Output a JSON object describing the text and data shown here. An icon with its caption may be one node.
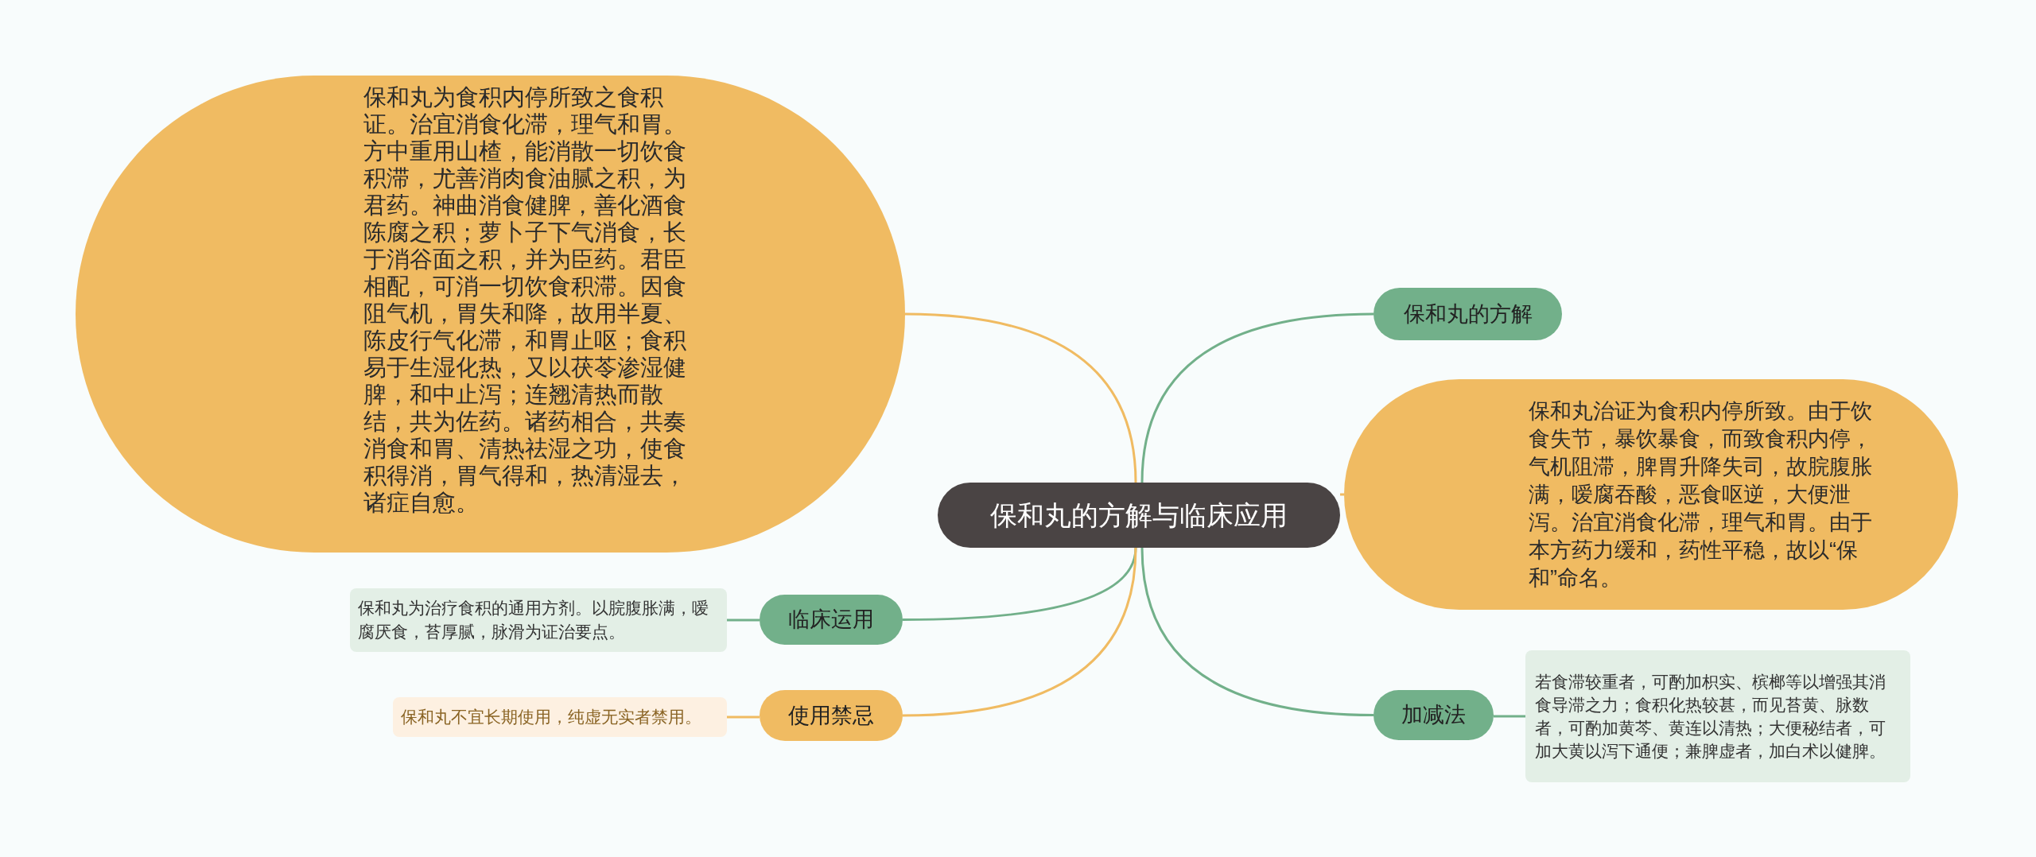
{
  "diagram": {
    "nodes": [
      {
        "text": [
          "保和丸的方解与临床应用"
        ]
      },
      {
        "text": [
          "保和丸为食积内停所致之食积证。治宜消食化滞，理气和胃。方中重用山楂，能消散一切饮食积滞，尤善消肉食油腻之积，为君药。神曲消食健脾，善化酒食陈腐之积；萝卜子下气消食，长于消谷面之积，并为臣药。君臣相配，可消一切饮食积滞。因食阻气机，胃失和降，故用半夏、陈皮行气化滞，和胃止呕；食积易于生湿化热，又以茯苓渗湿健脾，和中止泻；连翘清热而散结，共为佐药。诸药相合，共奏消食和胃、清热祛湿之功，使食积得消，胃气得和，热清湿去，诸症自愈。"
        ]
      },
      {
        "text": [
          "保和丸的方解"
        ]
      },
      {
        "text": [
          "保和丸治证为食积内停所致。由于饮食失节，暴饮暴食，而致食积内停，气机阻滞，脾胃升降失司，故脘腹胀满，嗳腐吞酸，恶食呕逆，大便泄泻。治宜消食化滞，理气和胃。由于本方药力缓和，药性平稳，故以“保和”命名。"
        ]
      },
      {
        "text": [
          "临床运用"
        ]
      },
      {
        "text": [
          "保和丸为治疗食积的通用方剂。以脘腹胀满，嗳腐厌食，苔厚腻，脉滑为证治要点。"
        ]
      },
      {
        "text": [
          "使用禁忌"
        ]
      },
      {
        "text": [
          "保和丸不宜长期使用，纯虚无实者禁用。"
        ]
      },
      {
        "text": [
          "加减法"
        ]
      },
      {
        "text": [
          "若食滞较重者，可酌加枳实、槟榔等以增强其消食导滞之力；食积化热较甚，而见苔黄、脉数者，可酌加黄芩、黄连以清热；大便秘结者，可加大黄以泻下通便；兼脾虚者，加白术以健脾。"
        ]
      }
    ],
    "edges": [
      {
        "from": 0,
        "to": 1,
        "arrow": "none",
        "color": "#f0bb62"
      },
      {
        "from": 0,
        "to": 2,
        "arrow": "none"
      },
      {
        "from": 0,
        "to": 3,
        "arrow": "none",
        "color": "#f0bb62"
      },
      {
        "from": 0,
        "to": 4,
        "arrow": "none"
      },
      {
        "from": 4,
        "to": 5,
        "arrow": "none"
      },
      {
        "from": 0,
        "to": 6,
        "arrow": "none",
        "color": "#f0bb62"
      },
      {
        "from": 6,
        "to": 7,
        "arrow": "none",
        "color": "#f0bb62"
      },
      {
        "from": 0,
        "to": 8,
        "arrow": "none"
      },
      {
        "from": 8,
        "to": 9,
        "arrow": "none"
      }
    ]
  }
}
